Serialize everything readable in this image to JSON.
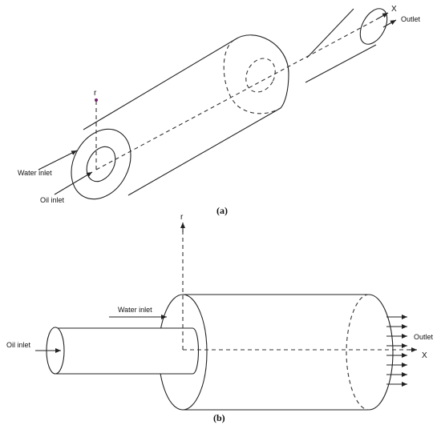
{
  "figure_a": {
    "caption": "(a)",
    "labels": {
      "water_inlet": "Water inlet",
      "oil_inlet": "Oil inlet",
      "outlet": "Outlet",
      "axis_r": "r",
      "axis_x": "X"
    }
  },
  "figure_b": {
    "caption": "(b)",
    "labels": {
      "water_inlet": "Water inlet",
      "oil_inlet": "Oil inlet",
      "outlet": "Outlet",
      "axis_r": "r",
      "axis_x": "X"
    }
  },
  "colors": {
    "line": "#222222",
    "background": "#ffffff",
    "origin_marker": "#7a1f6e"
  }
}
